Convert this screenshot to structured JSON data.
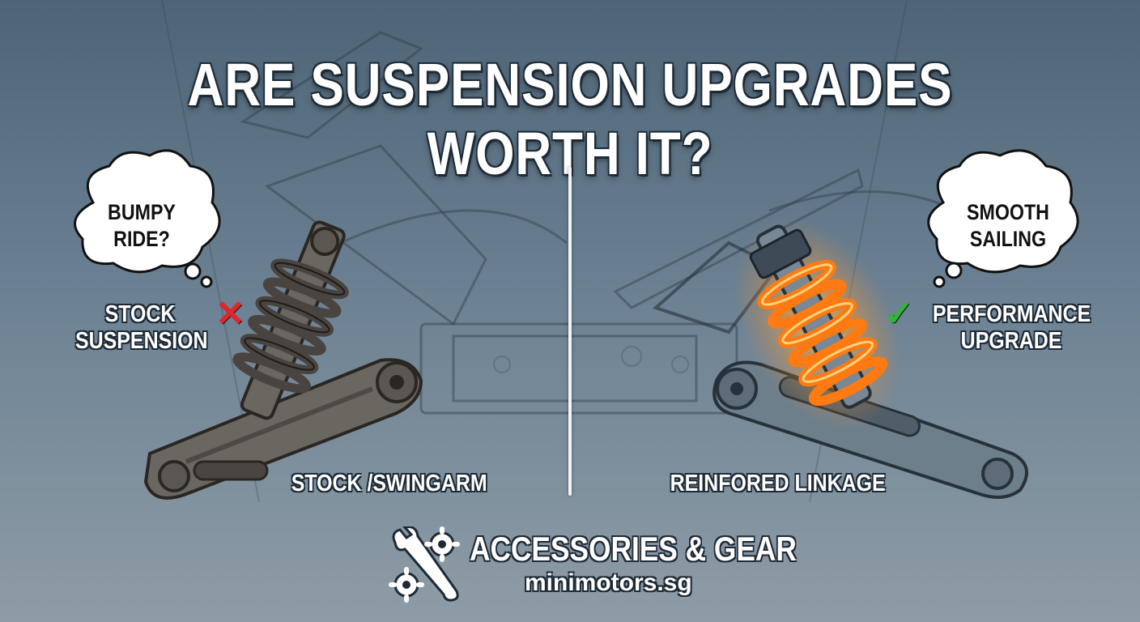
{
  "headline": "ARE SUSPENSION UPGRADES WORTH IT?",
  "left": {
    "thought": [
      "BUMPY",
      "RIDE?"
    ],
    "label": [
      "STOCK",
      "SUSPENSION"
    ],
    "mark": "✕",
    "caption": "STOCK /SWINGARM"
  },
  "right": {
    "thought": [
      "SMOOTH",
      "SAILING"
    ],
    "label": [
      "PERFORMANCE",
      "UPGRADE"
    ],
    "mark": "✓",
    "caption": "REINFORED LINKAGE"
  },
  "brand": {
    "title": "ACCESSORIES & GEAR",
    "url": "minimotors.sg",
    "icon": "wrench-gears-icon"
  },
  "colors": {
    "cross": "#e0252b",
    "check": "#2fb53a",
    "glow_spring": "#ff8a1a",
    "stock_spring": "#4a4440"
  }
}
